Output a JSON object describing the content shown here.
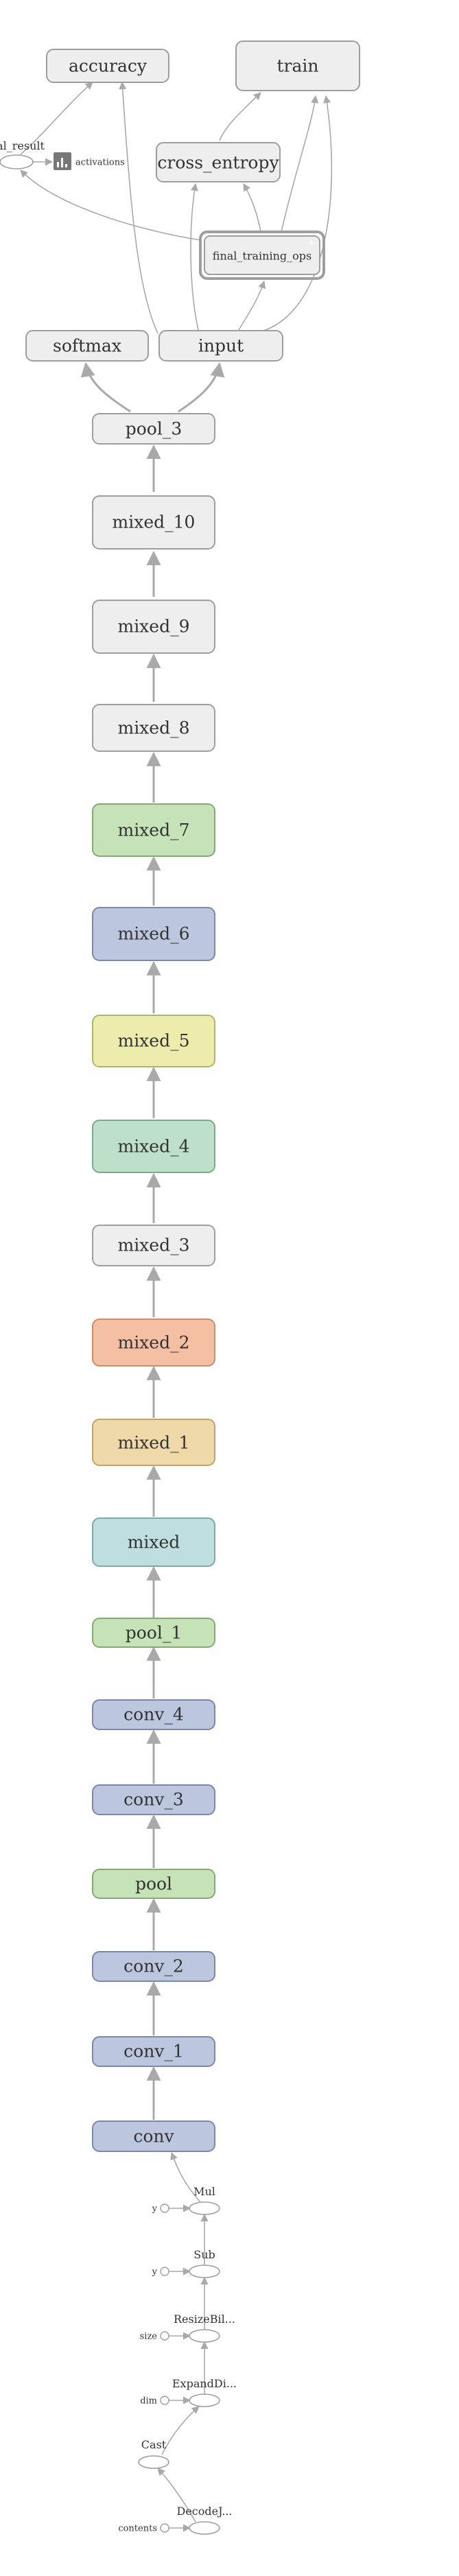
{
  "colors": {
    "gray": "#eeeeee",
    "gray_border": "#9e9e9e",
    "blue": "#bcc6df",
    "blue_border": "#7b88a8",
    "green": "#c5e3b7",
    "green_border": "#86a878",
    "yellow": "#ecedad",
    "yellow_border": "#b2b270",
    "mint": "#bee0c8",
    "mint_border": "#7fa88a",
    "salmon": "#f4bfa2",
    "salmon_border": "#c88c6a",
    "tan": "#f0d9a9",
    "tan_border": "#bea36c",
    "teal": "#bfdfde",
    "teal_border": "#7ea7a6",
    "edge": "#a9a9a9"
  },
  "nodes": {
    "accuracy": "accuracy",
    "train": "train",
    "cross_entropy": "cross_entropy",
    "final_training_ops": "final_training_ops",
    "final_result": "al_result",
    "activations": "activations",
    "activations_icon": "summary-chart-icon",
    "softmax": "softmax",
    "input": "input",
    "pool_3": "pool_3",
    "mixed_10": "mixed_10",
    "mixed_9": "mixed_9",
    "mixed_8": "mixed_8",
    "mixed_7": "mixed_7",
    "mixed_6": "mixed_6",
    "mixed_5": "mixed_5",
    "mixed_4": "mixed_4",
    "mixed_3": "mixed_3",
    "mixed_2": "mixed_2",
    "mixed_1": "mixed_1",
    "mixed": "mixed",
    "pool_1": "pool_1",
    "conv_4": "conv_4",
    "conv_3": "conv_3",
    "pool": "pool",
    "conv_2": "conv_2",
    "conv_1": "conv_1",
    "conv": "conv",
    "mul": "Mul",
    "mul_y": "y",
    "sub": "Sub",
    "sub_y": "y",
    "resize": "ResizeBil...",
    "resize_size": "size",
    "expand": "ExpandDi...",
    "expand_dim": "dim",
    "cast": "Cast",
    "decode": "DecodeJ...",
    "decode_contents": "contents"
  }
}
